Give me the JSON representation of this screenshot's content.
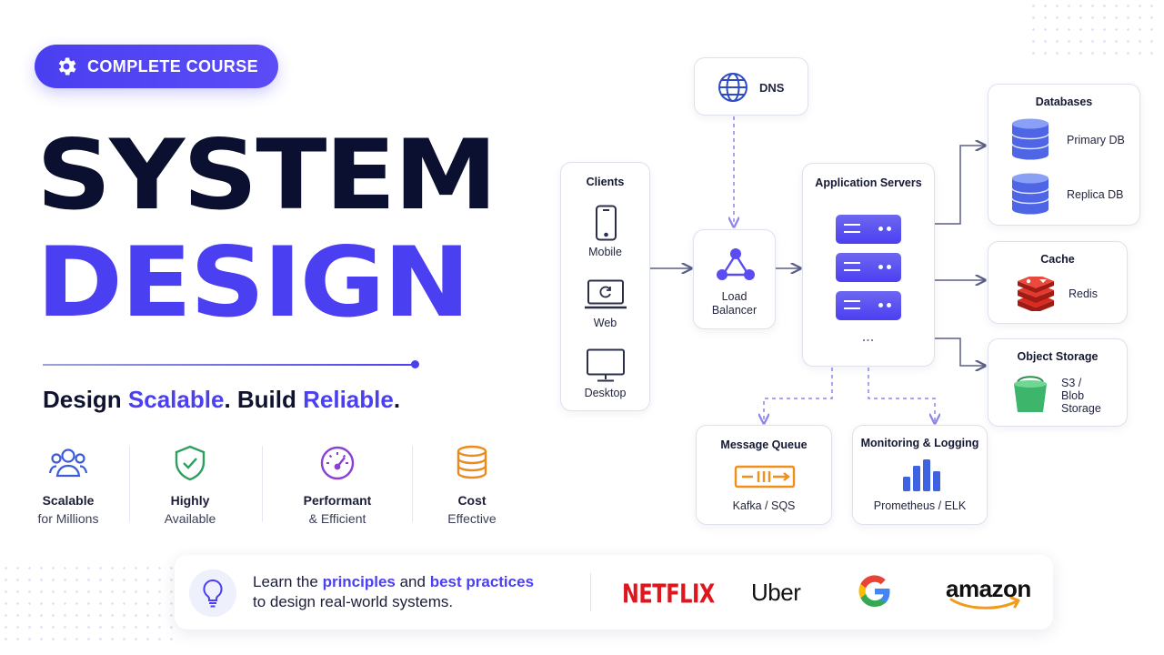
{
  "badge": {
    "label": "COMPLETE COURSE",
    "icon": "gear-icon"
  },
  "title": {
    "line1": "SYSTEM",
    "line2": "DESIGN"
  },
  "tagline": {
    "p1": "Design ",
    "h1": "Scalable",
    "p2": ". Build ",
    "h2": "Reliable",
    "p3": "."
  },
  "features": [
    {
      "icon": "users-icon",
      "line1": "Scalable",
      "line2": "for Millions"
    },
    {
      "icon": "shield-check-icon",
      "line1": "Highly",
      "line2": "Available"
    },
    {
      "icon": "gauge-icon",
      "line1": "Performant",
      "line2": "& Efficient"
    },
    {
      "icon": "coins-icon",
      "line1": "Cost",
      "line2": "Effective"
    }
  ],
  "diagram": {
    "dns": "DNS",
    "clients": {
      "title": "Clients",
      "items": [
        "Mobile",
        "Web",
        "Desktop"
      ]
    },
    "load_balancer": {
      "line1": "Load",
      "line2": "Balancer"
    },
    "app_servers": {
      "title": "Application Servers",
      "more": "..."
    },
    "databases": {
      "title": "Databases",
      "primary": "Primary DB",
      "replica": "Replica DB"
    },
    "cache": {
      "title": "Cache",
      "item": "Redis"
    },
    "object_storage": {
      "title": "Object Storage",
      "line1": "S3 /",
      "line2": "Blob",
      "line3": "Storage"
    },
    "message_queue": {
      "title": "Message Queue",
      "item": "Kafka / SQS"
    },
    "monitoring": {
      "title": "Monitoring & Logging",
      "item": "Prometheus / ELK"
    }
  },
  "banner": {
    "icon": "lightbulb-icon",
    "p1": "Learn the ",
    "h1": "principles",
    "p2": " and ",
    "h2": "best practices",
    "line2": "to design real-world systems.",
    "logos": [
      "NETFLIX",
      "Uber",
      "G",
      "amazon"
    ]
  },
  "colors": {
    "accent": "#4b3ff2",
    "dark": "#0b1030",
    "netflix": "#e0161e",
    "redis": "#d82c20",
    "bucket": "#3db56a"
  }
}
